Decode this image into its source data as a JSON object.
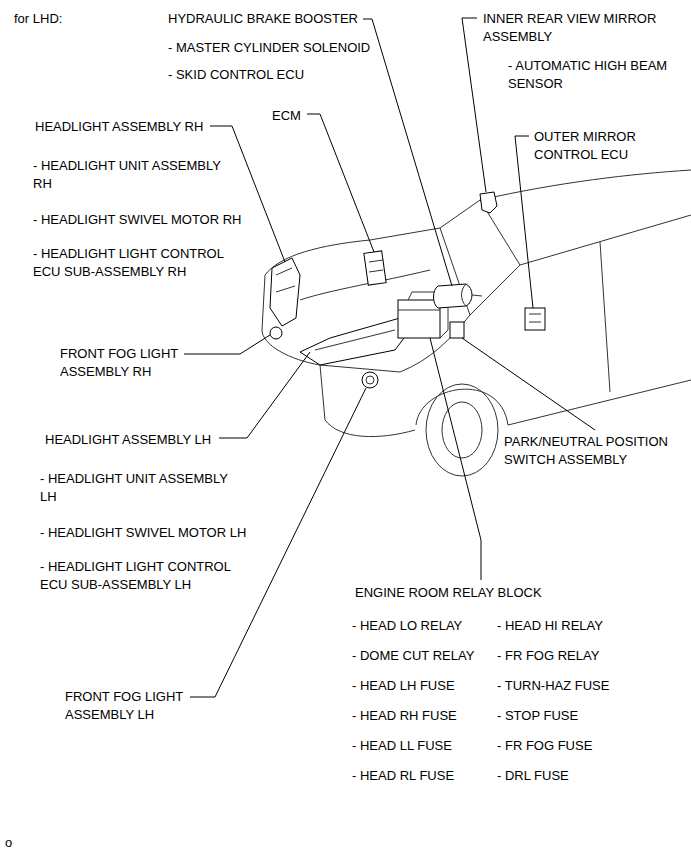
{
  "diagram": {
    "labels": [
      "for LHD:",
      "HYDRAULIC BRAKE BOOSTER",
      "- MASTER CYLINDER SOLENOID",
      "- SKID CONTROL ECU",
      "INNER REAR VIEW MIRROR ASSEMBLY",
      "- AUTOMATIC HIGH BEAM SENSOR",
      "ECM",
      "OUTER MIRROR CONTROL ECU",
      "HEADLIGHT ASSEMBLY RH",
      "- HEADLIGHT UNIT ASSEMBLY RH",
      "- HEADLIGHT SWIVEL MOTOR RH",
      "- HEADLIGHT LIGHT CONTROL ECU SUB-ASSEMBLY RH",
      "FRONT FOG LIGHT ASSEMBLY RH",
      "HEADLIGHT ASSEMBLY LH",
      "PARK/NEUTRAL POSITION SWITCH ASSEMBLY",
      "- HEADLIGHT UNIT ASSEMBLY LH",
      "- HEADLIGHT SWIVEL MOTOR LH",
      "- HEADLIGHT LIGHT CONTROL ECU SUB-ASSEMBLY LH",
      "ENGINE ROOM RELAY BLOCK",
      "- HEAD LO RELAY",
      "- HEAD HI RELAY",
      "- DOME CUT RELAY",
      "- FR FOG RELAY",
      "- HEAD LH FUSE",
      "- TURN-HAZ FUSE",
      "- HEAD RH FUSE",
      "- STOP FUSE",
      "- HEAD LL FUSE",
      "- FR FOG FUSE",
      "- HEAD RL FUSE",
      "- DRL FUSE",
      "FRONT FOG LIGHT ASSEMBLY LH",
      "o"
    ]
  }
}
